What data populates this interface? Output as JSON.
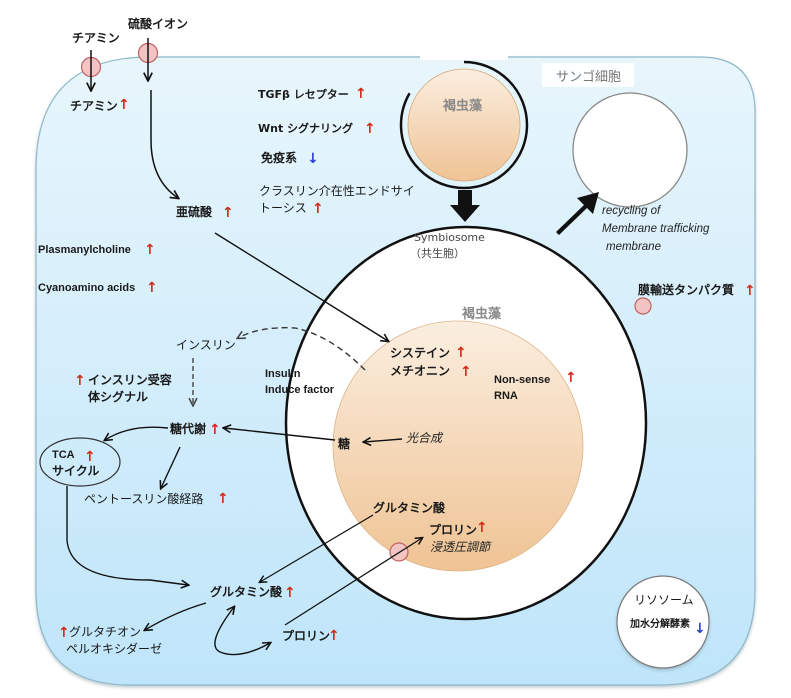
{
  "diagram": {
    "cell_label": "サンゴ細胞",
    "external": {
      "thiamine_outside": "チアミン",
      "sulfate_ion": "硫酸イオン"
    },
    "cytoplasm_labels": {
      "thiamine_inside": "チアミン",
      "tgfb_receptor": "TGFβ レセプター",
      "wnt_signaling": "Wnt シグナリング",
      "immune_system": "免疫系",
      "clathrin_line1": "クラスリン介在性エンドサイ",
      "clathrin_line2": "トーシス",
      "sulfite": "亜硫酸",
      "plasmanylcholine": "Plasmanylcholine",
      "cyanoamino_acids": "Cyanoamino acids",
      "insulin": "インスリン",
      "insulin_receptor_line1": "インスリン受容",
      "insulin_receptor_line2": "体シグナル",
      "sugar_metabolism": "糖代謝",
      "tca_line1": "TCA",
      "tca_line2": "サイクル",
      "pentose_phosphate": "ペントースリン酸経路",
      "glutamate_host": "グルタミン酸",
      "glutathione_line1": "グルタチオン",
      "glutathione_line2": "ペルオキシダーゼ",
      "proline_host": "プロリン",
      "membrane_transport_protein": "膜輸送タンパク質"
    },
    "incoming_alga": {
      "label": "褐虫藻"
    },
    "recycling_vesicle": {
      "line1": "recycling of",
      "line2": "Membrane trafficking",
      "line3": "membrane"
    },
    "symbiosome": {
      "line1": "Symbiosome",
      "line2": "（共生胞）",
      "insulin_factor_line1": "Insulin",
      "insulin_factor_line2": "Induce factor"
    },
    "symbiont": {
      "label": "褐虫藻",
      "cysteine": "システイン",
      "methionine": "メチオニン",
      "nonsense_line1": "Non-sense",
      "nonsense_line2": "RNA",
      "sugar": "糖",
      "photosynthesis": "光合成",
      "glutamate": "グルタミン酸",
      "proline": "プロリン",
      "osmoregulation": "浸透圧調節"
    },
    "lysosome": {
      "label": "リソソーム",
      "hydrolase": "加水分解酵素"
    },
    "regulation": {
      "up_symbol": "↑",
      "down_symbol": "↓",
      "up_color": "#d42a1a",
      "down_color": "#2a3fd4"
    },
    "colors": {
      "cell_fill_top": "#e6f5fc",
      "cell_fill_bottom": "#c2e6fa",
      "cell_stroke": "#8fb8c8",
      "alga_fill_top": "#f8e6d2",
      "alga_fill_bottom": "#f0c69a",
      "transporter_fill": "#f2c4c4",
      "transporter_stroke": "#c06060"
    }
  }
}
